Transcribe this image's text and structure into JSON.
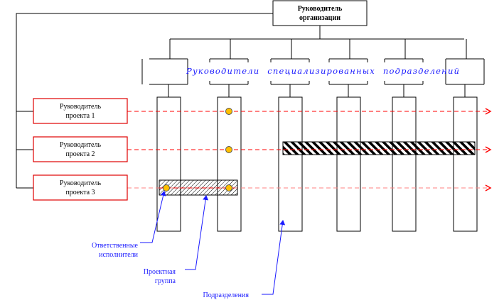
{
  "diagram": {
    "top_manager": {
      "line1": "Руководитель",
      "line2": "организации"
    },
    "department_heads_label": "Руководители специализированных подразделений",
    "department_count": 6,
    "project_managers": [
      {
        "line1": "Руководитель",
        "line2": "проекта 1"
      },
      {
        "line1": "Руководитель",
        "line2": "проекта 2"
      },
      {
        "line1": "Руководитель",
        "line2": "проекта 3"
      }
    ],
    "annotations": {
      "responsible": {
        "line1": "Ответственные",
        "line2": "исполнители"
      },
      "project_group": {
        "line1": "Проектная",
        "line2": "группа"
      },
      "departments": "Подразделения"
    },
    "colors": {
      "project_border": "#e00000",
      "project_line": "#ff0000",
      "annotation": "#1a1aff",
      "executor_dot": "#ffc000"
    }
  }
}
